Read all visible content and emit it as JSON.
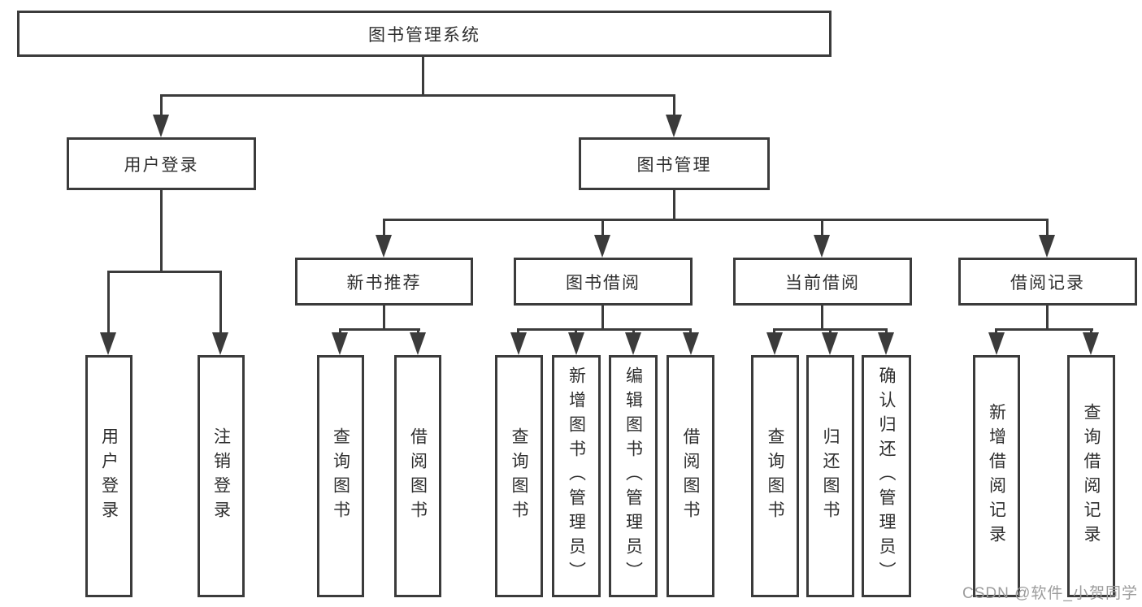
{
  "tree": {
    "label": "图书管理系统",
    "children": [
      {
        "label": "用户登录",
        "children": [
          {
            "label": "用户登录"
          },
          {
            "label": "注销登录"
          }
        ]
      },
      {
        "label": "图书管理",
        "children": [
          {
            "label": "新书推荐",
            "children": [
              {
                "label": "查询图书"
              },
              {
                "label": "借阅图书"
              }
            ]
          },
          {
            "label": "图书借阅",
            "children": [
              {
                "label": "查询图书"
              },
              {
                "label": "新增图书（管理员）"
              },
              {
                "label": "编辑图书（管理员）"
              },
              {
                "label": "借阅图书"
              }
            ]
          },
          {
            "label": "当前借阅",
            "children": [
              {
                "label": "查询图书"
              },
              {
                "label": "归还图书"
              },
              {
                "label": "确认归还（管理员）"
              }
            ]
          },
          {
            "label": "借阅记录",
            "children": [
              {
                "label": "新增借阅记录"
              },
              {
                "label": "查询借阅记录"
              }
            ]
          }
        ]
      }
    ]
  },
  "watermark": {
    "text": "CSDN @软件_小贺同学"
  },
  "colors": {
    "line": "#3b3b3b",
    "text": "#2e2e2e",
    "watermark": "#9c9c9c",
    "background": "#ffffff"
  }
}
